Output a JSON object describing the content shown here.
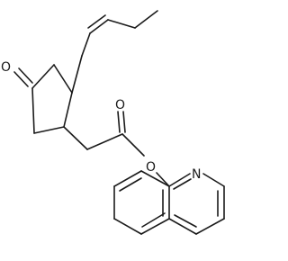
{
  "molecule": {
    "atoms": {
      "ketone_oxygen": "O",
      "ester_carbonyl_oxygen": "O",
      "ester_oxygen": "O",
      "ring_nitrogen": "N"
    }
  }
}
